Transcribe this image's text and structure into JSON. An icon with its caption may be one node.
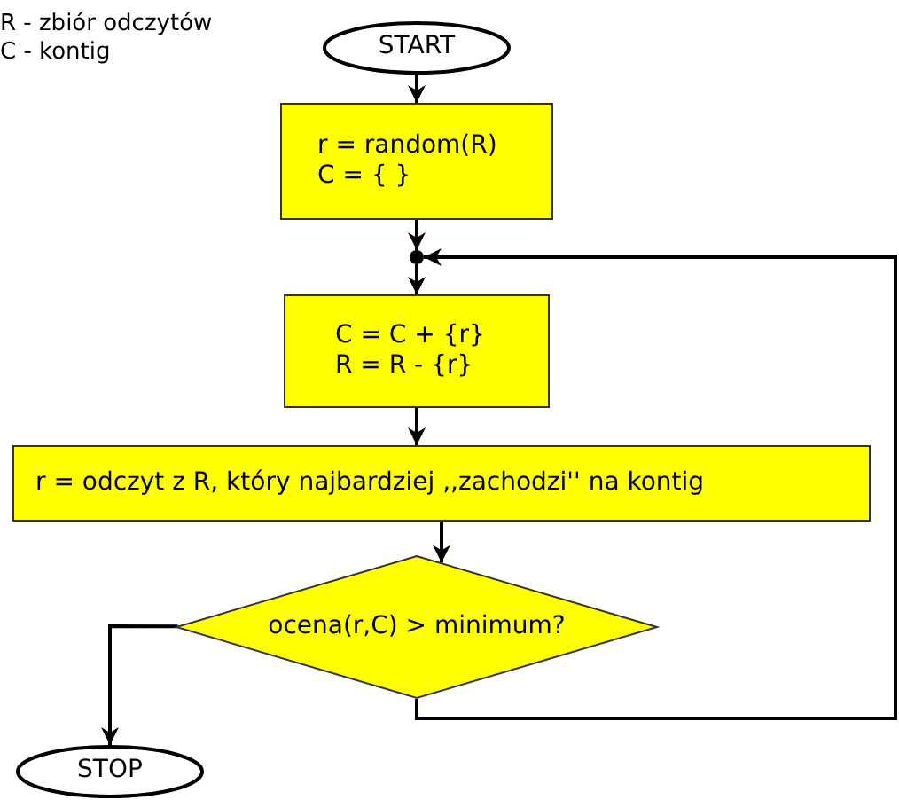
{
  "diagram": {
    "nodes": [
      {
        "text": [
          "START"
        ]
      },
      {
        "text": [
          "r =  random(R)",
          "C = { }"
        ]
      },
      {
        "text": [
          "C = C + {r}",
          "R = R - {r}"
        ]
      },
      {
        "text": [
          "r = odczyt z R, który najbardziej ,,zachodzi'' na kontig"
        ]
      },
      {
        "text": [
          "ocena(r,C) > minimum?"
        ]
      },
      {
        "text": [
          "STOP"
        ]
      },
      {
        "text": [],
        "shape": "circle"
      }
    ],
    "edges": [
      {
        "from": 0,
        "to": 1,
        "arrow": "to"
      },
      {
        "from": 1,
        "to": 6,
        "arrow": "to"
      },
      {
        "from": 6,
        "to": 2,
        "arrow": "to"
      },
      {
        "from": 2,
        "to": 3,
        "arrow": "to"
      },
      {
        "from": 3,
        "to": 4,
        "arrow": "to"
      },
      {
        "from": 4,
        "to": 5,
        "arrow": "to"
      },
      {
        "from": 4,
        "to": 6,
        "arrow": "to"
      }
    ],
    "labels": [
      "R - zbiór odczytów",
      "C - kontig"
    ]
  }
}
